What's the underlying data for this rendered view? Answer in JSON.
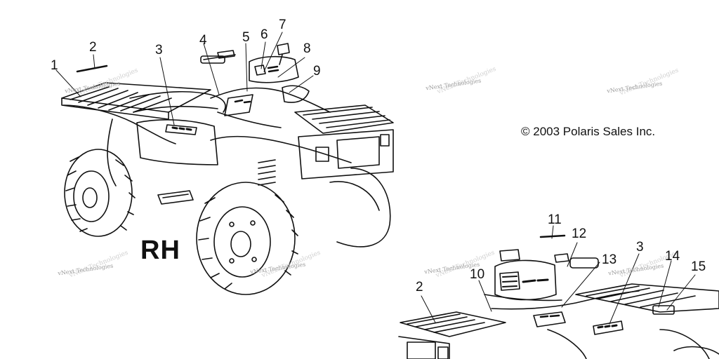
{
  "labels": {
    "view_label": "RH",
    "copyright": "© 2003 Polaris Sales Inc."
  },
  "watermark": {
    "text": "vNext Technologies",
    "ghost_text": "vNext Technologies"
  },
  "callouts_left": [
    "1",
    "2",
    "3",
    "4",
    "5",
    "6",
    "7",
    "8",
    "9"
  ],
  "callouts_right": [
    "11",
    "12",
    "3",
    "13",
    "14",
    "15",
    "2",
    "10"
  ]
}
